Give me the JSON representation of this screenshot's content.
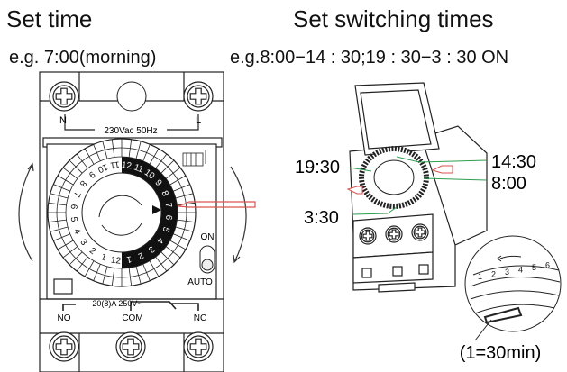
{
  "left": {
    "title": "Set time",
    "example": "e.g. 7:00(morning)",
    "supply_label": "230Vac 50Hz",
    "terminal_n": "N",
    "terminal_l": "L",
    "rating_label": "20(8)A 250V~",
    "terminal_no": "NO",
    "terminal_com": "COM",
    "terminal_nc": "NC",
    "switch_on": "ON",
    "switch_auto": "AUTO",
    "dial_day_numbers": [
      "12",
      "11",
      "10",
      "9",
      "8",
      "7",
      "6",
      "5",
      "4",
      "3",
      "2",
      "1"
    ],
    "dial_night_numbers": [
      "12",
      "1",
      "2",
      "3",
      "4",
      "5",
      "6",
      "7",
      "8",
      "9",
      "10",
      "11"
    ]
  },
  "right": {
    "title": "Set switching times",
    "example": "e.g.8:00−14 : 30;19 : 30−3 : 30 ON",
    "callout_1930": "19:30",
    "callout_1430": "14:30",
    "callout_800": "8:00",
    "callout_330": "3:30",
    "segment_note": "(1=30min)",
    "zoom_numbers": [
      "1",
      "2",
      "3",
      "4",
      "5",
      "6"
    ]
  },
  "colors": {
    "pointer": "#d9534f",
    "leader": "#2e9e4f",
    "dial_black": "#111111"
  }
}
